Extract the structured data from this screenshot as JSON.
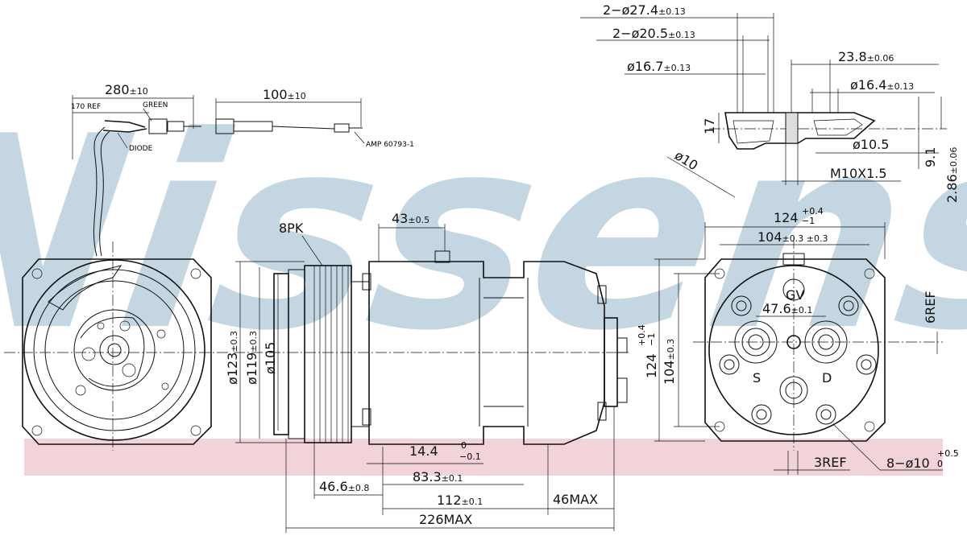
{
  "colors": {
    "watermark": "#b9cfdd",
    "band": "#f2d4d8",
    "line": "#111111"
  },
  "watermark": "Nissens",
  "cable": {
    "d280": "280",
    "d280_tol": "±10",
    "ref170": "170 REF",
    "green": "GREEN",
    "diode": "DIODE",
    "d100": "100",
    "d100_tol": "±10",
    "amp": "AMP 60793-1"
  },
  "fitting": {
    "d27": "2−ø27.4",
    "d27_tol": "±0.13",
    "d20": "2−ø20.5",
    "d20_tol": "±0.13",
    "d16_7": "ø16.7",
    "d16_7_tol": "±0.13",
    "d23_8": "23.8",
    "d23_8_tol": "±0.06",
    "d16_4": "ø16.4",
    "d16_4_tol": "±0.13",
    "h17": "17",
    "d10_5": "ø10.5",
    "v9_1": "9.1",
    "v2_86": "2.86",
    "v2_86_tol": "±0.06",
    "m10": "M10X1.5",
    "d10": "ø10"
  },
  "side": {
    "pk": "8PK",
    "d43": "43",
    "d43_tol": "±0.5",
    "d123": "ø123",
    "d123_tol": "±0.3",
    "d119": "ø119",
    "d119_tol": "±0.3",
    "d105": "ø105",
    "d14_4": "14.4",
    "d14_4_up": "0",
    "d14_4_dn": "−0.1",
    "d83_3": "83.3",
    "d83_3_tol": "±0.1",
    "d46_6": "46.6",
    "d46_6_tol": "±0.8",
    "d112": "112",
    "d112_tol": "±0.1",
    "d46max": "46MAX",
    "d226": "226MAX"
  },
  "rear": {
    "w124": "124",
    "w124_up": "+0.4",
    "w124_dn": "−1",
    "w104": "104",
    "w104_tol": "±0.3 ±0.3",
    "h124": "124",
    "h124_up": "+0.4",
    "h124_dn": "−1",
    "h104": "104",
    "h104_tol": "±0.3",
    "d47_6": "47.6",
    "d47_6_tol": "±0.1",
    "gv": "GV",
    "s": "S",
    "d": "D",
    "ref6": "6REF",
    "ref3": "3REF",
    "holes": "8−ø10",
    "holes_up": "+0.5",
    "holes_dn": "0"
  }
}
